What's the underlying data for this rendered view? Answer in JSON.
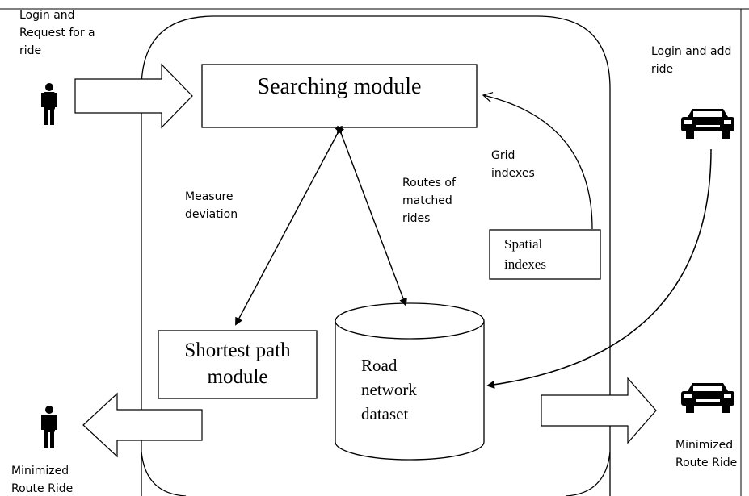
{
  "actors": {
    "rider_request": "Login and\nRequest for a\nride",
    "driver_add": "Login and add\nride",
    "rider_result": "Minimized\nRoute Ride",
    "driver_result": "Minimized\nRoute Ride"
  },
  "modules": {
    "searching": "Searching module",
    "shortest_path": "Shortest path\nmodule",
    "road_network": "Road\nnetwork\ndataset",
    "spatial_indexes": "Spatial\nindexes"
  },
  "edges": {
    "measure_deviation": "Measure\ndeviation",
    "routes_matched": "Routes of\nmatched\nrides",
    "grid_indexes": "Grid\nindexes"
  }
}
